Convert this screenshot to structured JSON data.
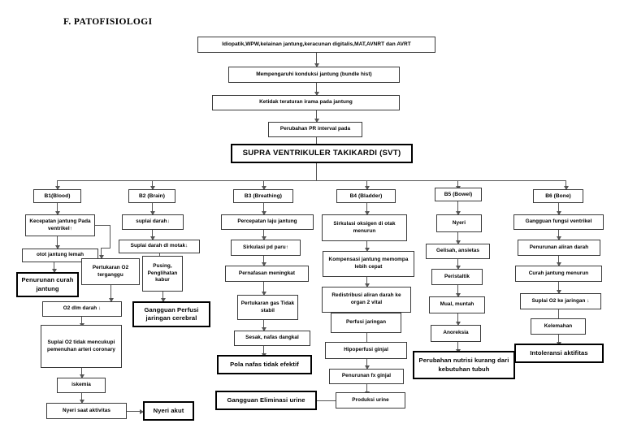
{
  "page": {
    "title": "F. PATOFISIOLOGI"
  },
  "flow": {
    "trunk": [
      {
        "id": "etiologi",
        "label": "Idiopatik,WPW,kelainan jantung,keracunan digitalis,MAT,AVNRT dan AVRT"
      },
      {
        "id": "konduksi",
        "label": "Mempengaruhi konduksi jantung (bundle hist)"
      },
      {
        "id": "irama",
        "label": "Ketidak teraturan irama pada jantung"
      },
      {
        "id": "pr-interval",
        "label": "Perubahan PR interval pada"
      },
      {
        "id": "svt",
        "label": "SUPRA VENTRIKULER TAKIKARDI  (SVT)"
      }
    ],
    "branch_headers": [
      {
        "id": "b1",
        "label": "B1(Blood)"
      },
      {
        "id": "b2",
        "label": "B2 (Brain)"
      },
      {
        "id": "b3",
        "label": "B3 (Breathing)"
      },
      {
        "id": "b4",
        "label": "B4 (Bladder)"
      },
      {
        "id": "b5",
        "label": "B5 (Bowel)"
      },
      {
        "id": "b6",
        "label": "B6 (Bone)"
      }
    ],
    "b1_blood": [
      {
        "id": "kecepatan-jantung",
        "label": "Kecepatan jantung Pada ventrikel↑"
      },
      {
        "id": "otot-jantung-lemah",
        "label": "otot jantung lemah"
      },
      {
        "id": "penurunan-curah-jantung",
        "label": "Penurunan curah jantung"
      },
      {
        "id": "pertukaran-o2-terganggu",
        "label": "Pertukaran O2 terganggu"
      },
      {
        "id": "o2-dlm-darah",
        "label": "O2 dlm darah ↓"
      },
      {
        "id": "suplai-o2-tidak-mencukupi",
        "label": "Suplai O2 tidak mencukupi pemenuhan arteri coronary"
      },
      {
        "id": "iskemia",
        "label": "iskemia"
      },
      {
        "id": "nyeri-saat-aktivitas",
        "label": "Nyeri saat aktivitas"
      },
      {
        "id": "nyeri-akut",
        "label": "Nyeri akut"
      }
    ],
    "b2_brain": [
      {
        "id": "suplai-darah",
        "label": "suplai darah↓"
      },
      {
        "id": "suplai-darah-di-otak",
        "label": "Suplai darah dl motak↓"
      },
      {
        "id": "pusing-penglihatan-kabur",
        "label": "Pusing, Penglihatan kabur"
      },
      {
        "id": "gangguan-perfusi-cerebral",
        "label": "Gangguan Perfusi jaringan cerebral"
      }
    ],
    "b3_breathing": [
      {
        "id": "percepatan-laju-jantung",
        "label": "Percepatan laju jantung"
      },
      {
        "id": "sirkulasi-pd-paru",
        "label": "Sirkulasi pd paru↑"
      },
      {
        "id": "pernafasan-meningkat",
        "label": "Pernafasan meningkat"
      },
      {
        "id": "pertukaran-gas-tidak-stabil",
        "label": "Pertukaran gas Tidak stabil"
      },
      {
        "id": "sesak-nafas-dangkal",
        "label": "Sesak, nafas dangkal"
      },
      {
        "id": "pola-nafas-tidak-efektif",
        "label": "Pola nafas tidak efektif"
      }
    ],
    "b4_bladder": [
      {
        "id": "sirkulasi-oksigen-otak-menurun",
        "label": "Sirkulasi oksigen di otak menurun"
      },
      {
        "id": "kompensasi-jantung",
        "label": "Kompensasi jantung memompa lebih cepat"
      },
      {
        "id": "redistribusi-aliran-darah",
        "label": "Redistribusi aliran darah ke organ 2 vital"
      },
      {
        "id": "perfusi-jaringan",
        "label": "Perfusi jaringan"
      },
      {
        "id": "hipoperfusi-ginjal",
        "label": "Hipoperfusi ginjal"
      },
      {
        "id": "penurunan-fx-ginjal",
        "label": "Penurunan fx ginjal"
      },
      {
        "id": "produksi-urine",
        "label": "Produksi urine"
      },
      {
        "id": "gangguan-eliminasi-urine",
        "label": "Gangguan Eliminasi urine"
      }
    ],
    "b5_bowel": [
      {
        "id": "nyeri",
        "label": "Nyeri"
      },
      {
        "id": "gelisah-ansietas",
        "label": "Gelisah, ansietas"
      },
      {
        "id": "peristaltik",
        "label": "Peristaltik"
      },
      {
        "id": "mual-muntah",
        "label": "Mual, muntah"
      },
      {
        "id": "anoreksia",
        "label": "Anoreksia"
      },
      {
        "id": "perubahan-nutrisi",
        "label": "Perubahan nutrisi kurang dari kebutuhan tubuh"
      }
    ],
    "b6_bone": [
      {
        "id": "gangguan-fungsi-ventrikel",
        "label": "Gangguan fungsi ventrikel"
      },
      {
        "id": "penurunan-aliran-darah",
        "label": "Penurunan aliran darah"
      },
      {
        "id": "curah-jantung-menurun",
        "label": "Curah jantung  menurun"
      },
      {
        "id": "suplai-o2-ke-jaringan",
        "label": "Suplai O2 ke jaringan ↓"
      },
      {
        "id": "kelemahan",
        "label": "Kelemahan"
      },
      {
        "id": "intoleransi-aktifitas",
        "label": "Intoleransi aktifitas"
      }
    ]
  },
  "style": {
    "line_color": "#555555",
    "border_color": "#3a3a3a",
    "emphasis_border_color": "#000000",
    "background": "#ffffff"
  }
}
